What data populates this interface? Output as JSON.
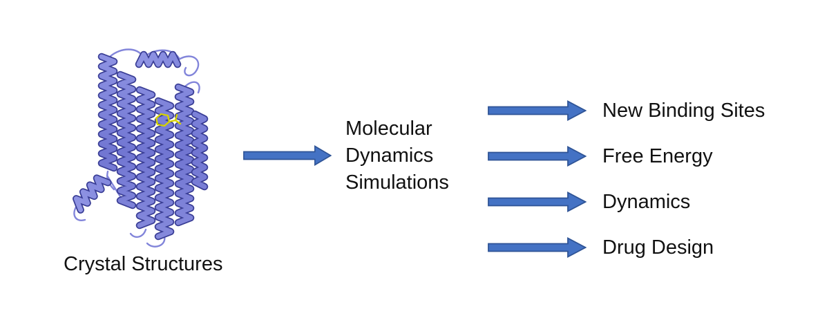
{
  "diagram": {
    "input": {
      "label": "Crystal Structures",
      "image": "protein-ribbon-structure-with-yellow-ligand"
    },
    "process": {
      "lines": [
        "Molecular",
        "Dynamics",
        "Simulations"
      ]
    },
    "outputs": [
      "New Binding Sites",
      "Free Energy",
      "Dynamics",
      "Drug Design"
    ],
    "icons": {
      "arrow": "right-block-arrow"
    },
    "colors": {
      "arrow_fill": "#4472C4",
      "arrow_outline": "#2F5496",
      "ribbon": "#7d82d8",
      "ribbon_shadow": "#3a3e96",
      "ligand": "#d6d200",
      "text": "#111111",
      "background": "#ffffff"
    }
  }
}
